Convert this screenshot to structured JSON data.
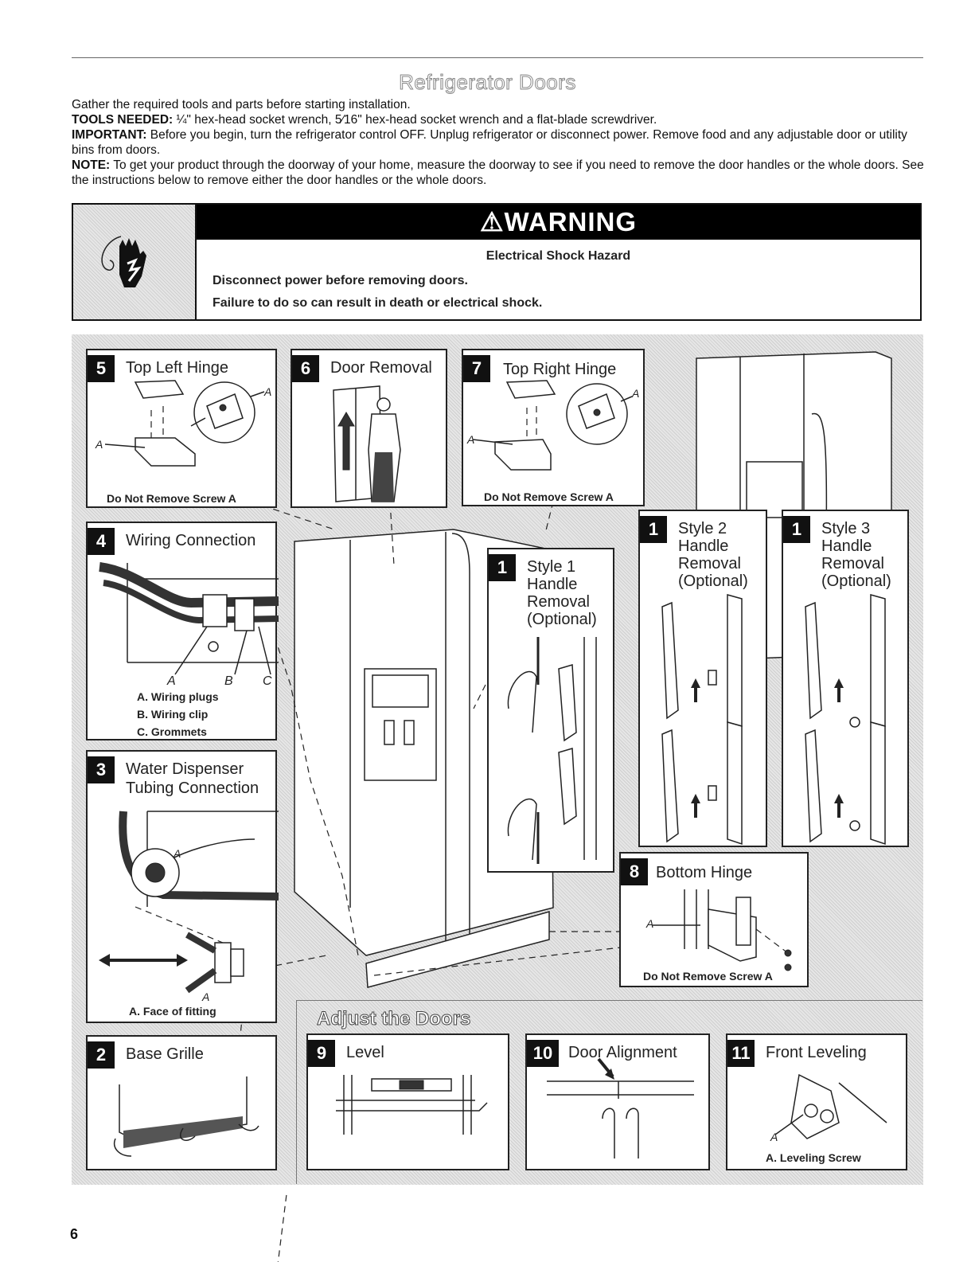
{
  "page": {
    "title": "Refrigerator Doors",
    "page_number": "6"
  },
  "intro": {
    "line1": "Gather the required tools and parts before starting installation.",
    "tools_label": "TOOLS NEEDED:",
    "tools_text": " ¼\" hex-head socket wrench, 5⁄16\" hex-head socket wrench and a flat-blade screwdriver.",
    "important_label": "IMPORTANT:",
    "important_text": " Before you begin, turn the refrigerator control OFF. Unplug refrigerator or disconnect power. Remove food and any adjustable door or utility bins from doors.",
    "note_label": "NOTE:",
    "note_text": " To get your product through the doorway of your home, measure the doorway to see if you need to remove the door handles or the whole doors. See the instructions below to remove either the door handles or the whole doors."
  },
  "warning": {
    "banner": "WARNING",
    "hazard": "Electrical Shock Hazard",
    "line1": "Disconnect power before removing doors.",
    "line2": "Failure to do so can result in death or electrical shock."
  },
  "steps": {
    "s5": {
      "num": "5",
      "title": "Top Left Hinge",
      "caption": "Do Not Remove Screw A",
      "label_a1": "A",
      "label_a2": "A"
    },
    "s6": {
      "num": "6",
      "title": "Door Removal"
    },
    "s7": {
      "num": "7",
      "title": "Top Right Hinge",
      "caption": "Do Not Remove Screw A",
      "label_a1": "A",
      "label_a2": "A"
    },
    "s4": {
      "num": "4",
      "title": "Wiring Connection",
      "label_a": "A",
      "label_b": "B",
      "label_c": "C",
      "legend": [
        "A. Wiring plugs",
        "B. Wiring clip",
        "C. Grommets"
      ]
    },
    "s3": {
      "num": "3",
      "title_l1": "Water Dispenser",
      "title_l2": "Tubing Connection",
      "label_a1": "A",
      "label_a2": "A",
      "legend": "A. Face of fitting"
    },
    "s2": {
      "num": "2",
      "title": "Base Grille"
    },
    "s1a": {
      "num": "1",
      "title": [
        "Style 1",
        "Handle",
        "Removal",
        "(Optional)"
      ]
    },
    "s1b": {
      "num": "1",
      "title": [
        "Style 2",
        "Handle",
        "Removal",
        "(Optional)"
      ]
    },
    "s1c": {
      "num": "1",
      "title": [
        "Style 3",
        "Handle",
        "Removal",
        "(Optional)"
      ]
    },
    "s8": {
      "num": "8",
      "title": "Bottom Hinge",
      "caption": "Do Not Remove Screw A",
      "label_a": "A"
    },
    "s9": {
      "num": "9",
      "title": "Level"
    },
    "s10": {
      "num": "10",
      "title": "Door Alignment"
    },
    "s11": {
      "num": "11",
      "title": "Front Leveling",
      "label_a": "A",
      "legend": "A. Leveling Screw"
    }
  },
  "adjust": {
    "heading": "Adjust the Doors"
  }
}
